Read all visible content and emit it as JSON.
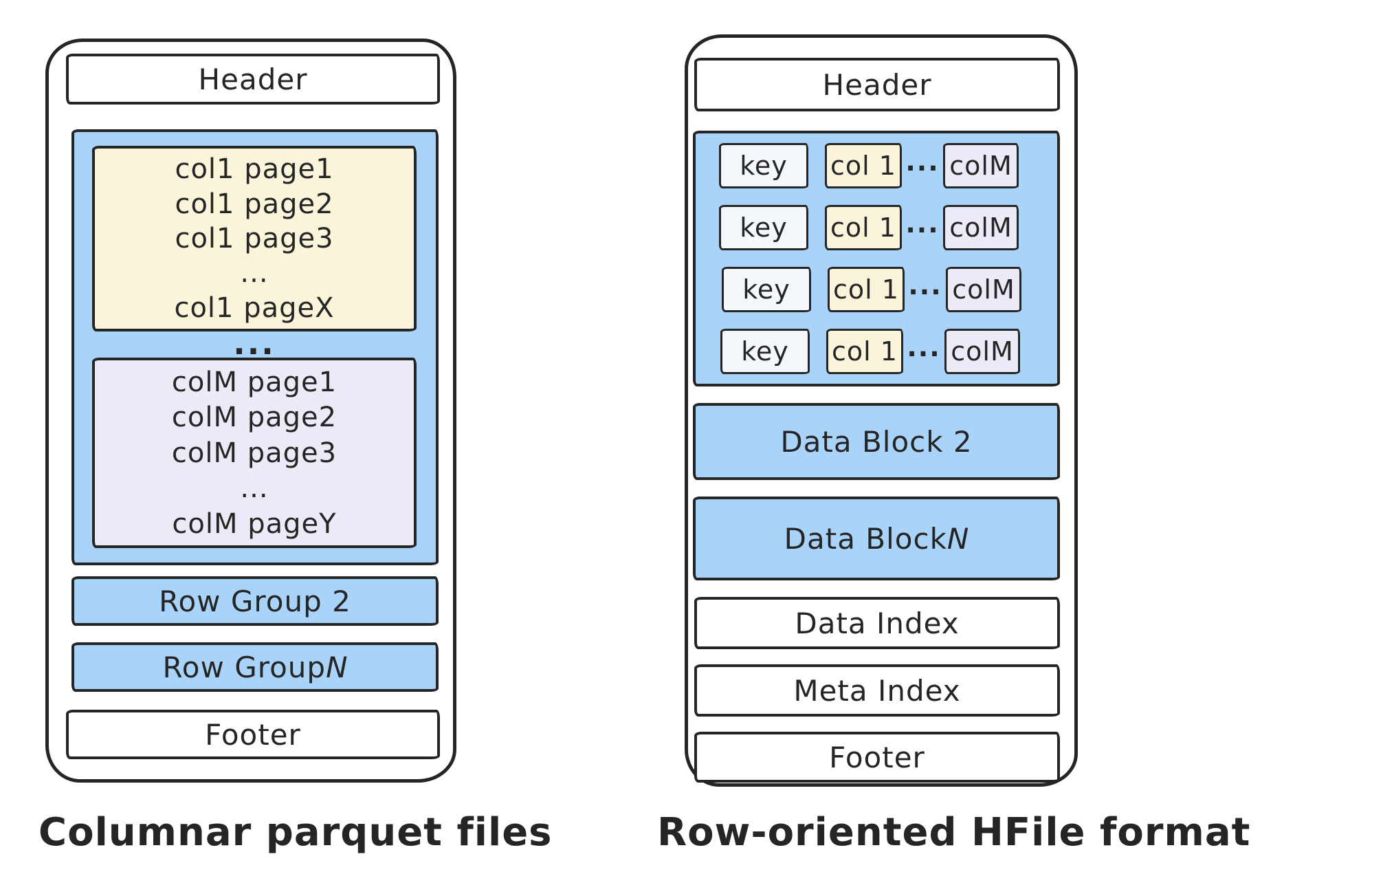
{
  "colors": {
    "blue": "#a9d3f8",
    "yellow": "#faf4da",
    "lavender": "#edeaf7",
    "key_fill": "#f4f7fb",
    "white": "#ffffff",
    "ink": "#252525",
    "bg": "#ffffff"
  },
  "parquet": {
    "header_label": "Header",
    "row_group_1": {
      "col1_pages": [
        "col1 page1",
        "col1 page2",
        "col1 page3",
        "...",
        "col1 pageX"
      ],
      "between_dots": "...",
      "colM_pages": [
        "colM page1",
        "colM page2",
        "colM page3",
        "...",
        "colM pageY"
      ]
    },
    "row_group_2_label": "Row Group 2",
    "row_group_n": {
      "prefix": "Row Group ",
      "n": "N"
    },
    "footer_label": "Footer",
    "caption": "Columnar parquet files"
  },
  "hfile": {
    "header_label": "Header",
    "data_block_1": {
      "rows": [
        {
          "key": "key",
          "col1": "col 1",
          "dots": "...",
          "colM": "colM"
        },
        {
          "key": "key",
          "col1": "col 1",
          "dots": "...",
          "colM": "colM"
        },
        {
          "key": "key",
          "col1": "col 1",
          "dots": "...",
          "colM": "colM"
        },
        {
          "key": "key",
          "col1": "col 1",
          "dots": "...",
          "colM": "colM"
        }
      ]
    },
    "data_block_2_label": "Data Block 2",
    "data_block_n": {
      "prefix": "Data Block ",
      "n": "N"
    },
    "data_index_label": "Data Index",
    "meta_index_label": "Meta Index",
    "footer_label": "Footer",
    "caption": "Row-oriented HFile format"
  }
}
